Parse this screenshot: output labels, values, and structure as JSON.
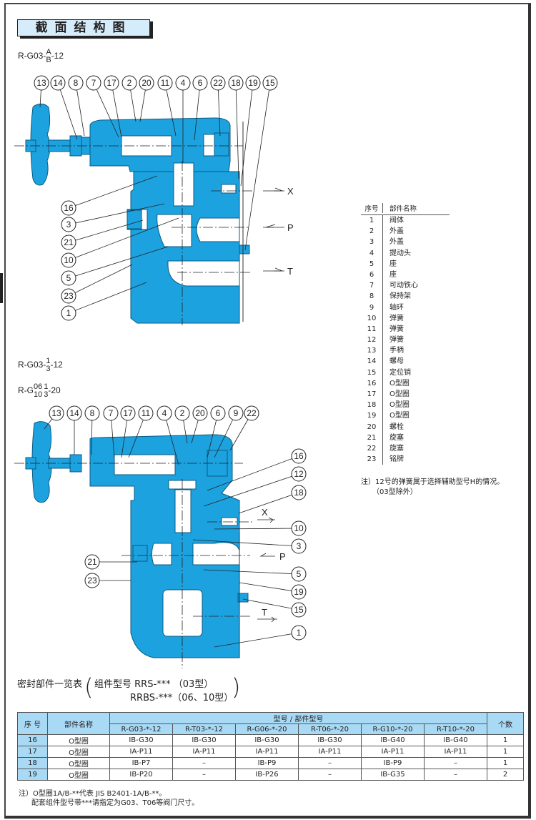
{
  "section_title": "截面结构图",
  "diagram1": {
    "model_prefix": "R-G03-",
    "model_frac_top": "A",
    "model_frac_bottom": "B",
    "model_suffix": "-12",
    "top_callouts": [
      "13",
      "14",
      "8",
      "7",
      "17",
      "2",
      "20",
      "11",
      "4",
      "6",
      "22",
      "18",
      "19",
      "15"
    ],
    "left_callouts": [
      "16",
      "3",
      "21",
      "10",
      "5",
      "23",
      "1"
    ],
    "ports": [
      "X",
      "P",
      "T"
    ]
  },
  "diagram2": {
    "model1_prefix": "R-G03-",
    "model1_frac_top": "1",
    "model1_frac_bottom": "3",
    "model1_suffix": "-12",
    "model2_prefix": "R-G",
    "model2_frac1_top": "06",
    "model2_frac1_bottom": "10",
    "model2_frac2_top": "1",
    "model2_frac2_bottom": "3",
    "model2_suffix": "-20",
    "top_callouts": [
      "13",
      "14",
      "8",
      "7",
      "17",
      "11",
      "4",
      "2",
      "20",
      "6",
      "9",
      "22"
    ],
    "right_callouts": [
      "16",
      "12",
      "18",
      "10",
      "3",
      "5",
      "19",
      "15",
      "1"
    ],
    "left_callouts": [
      "21",
      "23"
    ],
    "ports": [
      "X",
      "P",
      "T"
    ]
  },
  "parts_list": {
    "header_no": "序号",
    "header_name": "部件名称",
    "rows": [
      {
        "no": "1",
        "name": "阀体"
      },
      {
        "no": "2",
        "name": "外盖"
      },
      {
        "no": "3",
        "name": "外盖"
      },
      {
        "no": "4",
        "name": "提动头"
      },
      {
        "no": "5",
        "name": "座"
      },
      {
        "no": "6",
        "name": "座"
      },
      {
        "no": "7",
        "name": "可动铁心"
      },
      {
        "no": "8",
        "name": "保持架"
      },
      {
        "no": "9",
        "name": "轴环"
      },
      {
        "no": "10",
        "name": "弹簧"
      },
      {
        "no": "11",
        "name": "弹簧"
      },
      {
        "no": "12",
        "name": "弹簧"
      },
      {
        "no": "13",
        "name": "手柄"
      },
      {
        "no": "14",
        "name": "螺母"
      },
      {
        "no": "15",
        "name": "定位销"
      },
      {
        "no": "16",
        "name": "O型圈"
      },
      {
        "no": "17",
        "name": "O型圈"
      },
      {
        "no": "18",
        "name": "O型圈"
      },
      {
        "no": "19",
        "name": "O型圈"
      },
      {
        "no": "20",
        "name": "螺栓"
      },
      {
        "no": "21",
        "name": "旋塞"
      },
      {
        "no": "22",
        "name": "旋塞"
      },
      {
        "no": "23",
        "name": "铭牌"
      }
    ],
    "note_line1": "注）12号的弹簧属于选择辅助型号H的情况。",
    "note_line2": "（03型除外）"
  },
  "seal_table": {
    "title": "密封部件一览表",
    "kit_label": "组件型号 RRS-*** （03型）",
    "kit_label2": "RRBS-***（06、10型）",
    "header_no": "序 号",
    "header_name": "部件名称",
    "header_group": "型号 / 部件型号",
    "header_qty": "个数",
    "models": [
      "R-G03-*-12",
      "R-T03-*-12",
      "R-G06-*-20",
      "R-T06-*-20",
      "R-G10-*-20",
      "R-T10-*-20"
    ],
    "rows": [
      {
        "no": "16",
        "name": "O型圈",
        "values": [
          "IB-G30",
          "IB-G30",
          "IB-G30",
          "IB-G30",
          "IB-G40",
          "IB-G40"
        ],
        "qty": "1"
      },
      {
        "no": "17",
        "name": "O型圈",
        "values": [
          "IA-P11",
          "IA-P11",
          "IA-P11",
          "IA-P11",
          "IA-P11",
          "IA-P11"
        ],
        "qty": "1"
      },
      {
        "no": "18",
        "name": "O型圈",
        "values": [
          "IB-P7",
          "–",
          "IB-P9",
          "–",
          "IB-P9",
          "–"
        ],
        "qty": "1"
      },
      {
        "no": "19",
        "name": "O型圈",
        "values": [
          "IB-P20",
          "–",
          "IB-P26",
          "–",
          "IB-G35",
          "–"
        ],
        "qty": "2"
      }
    ],
    "note_line1": "注）O型圈1A/B-**代表 JIS B2401-1A/B-**。",
    "note_line2": "配套组件型号带***请指定为G03、T06等阀门尺寸。"
  },
  "colors": {
    "valve_body": "#1da2e0",
    "header_fill": "#a9daf5",
    "title_fill": "#d5ecfa"
  }
}
